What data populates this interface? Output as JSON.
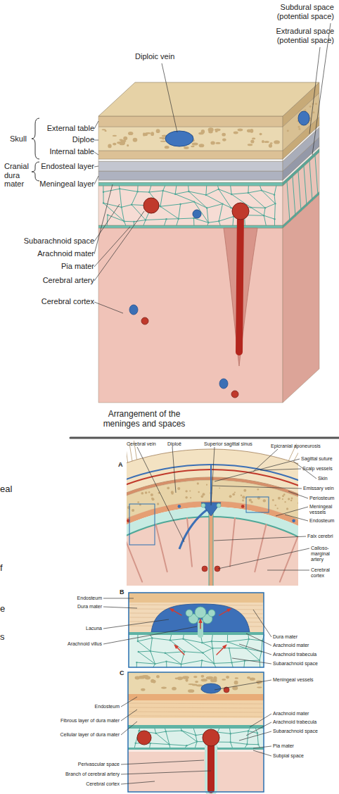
{
  "diagram": {
    "labels": [
      "Subdural space (potential space)",
      "Extradural space (potential space)",
      "Diploic vein",
      "Skull",
      "External table",
      "Diploe",
      "Internal table",
      "Cranial dura mater",
      "Endosteal layer",
      "Meningeal layer",
      "Subarachnoid space",
      "Arachnoid mater",
      "Pia mater",
      "Cerebral artery",
      "Cerebral cortex",
      "Arrangement of the meninges and spaces",
      "eal",
      "f",
      "e",
      "s",
      "Cerebral vein",
      "Diploë",
      "Superior sagittal sinus",
      "Epicranial aponeurosis",
      "A",
      "Sagittal suture",
      "Scalp vessels",
      "Skin",
      "Emissary vein",
      "Periosteum",
      "Meningeal vessels",
      "Endosteum",
      "Falx cerebri",
      "Calloso-marginal artery",
      "Cerebral cortex",
      "B",
      "Endosteum",
      "Dura mater",
      "Lacuna",
      "Arachnoid villus",
      "Dura mater",
      "Arachnoid mater",
      "Arachnoid trabecula",
      "Subarachnoid space",
      "C",
      "Meningeal vessels",
      "Endosteum",
      "Fibrous layer of dura mater",
      "Cellular layer of dura mater",
      "Perivascular space",
      "Branch of cerebral artery",
      "Cerebral cortex",
      "Arachnoid mater",
      "Arachnoid trabecula",
      "Subarachnoid space",
      "Pia mater",
      "Subpial space"
    ]
  }
}
